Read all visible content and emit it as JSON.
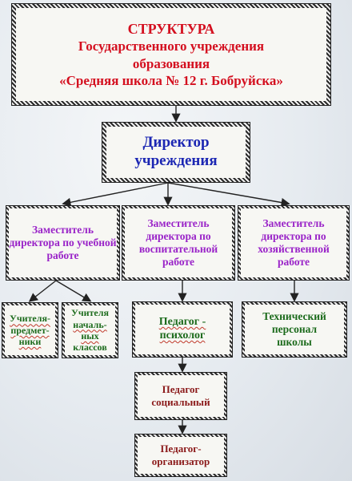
{
  "title": {
    "line1": "СТРУКТУРА",
    "line2": "Государственного учреждения",
    "line3": "образования",
    "line4": "«Средняя школа № 12 г. Бобруйска»"
  },
  "director": {
    "line1": "Директор",
    "line2": "учреждения"
  },
  "deputies": [
    {
      "text": "Заместитель директора по учебной работе"
    },
    {
      "text": "Заместитель директора по воспитательной работе"
    },
    {
      "text": "Заместитель директора по хозяйственной работе"
    }
  ],
  "subject_teachers": {
    "line1": "Учителя-",
    "line2": "предмет-",
    "line3": "ники"
  },
  "primary_teachers": {
    "line1": "Учителя",
    "line2": "началь-",
    "line3": "ных",
    "line4": "классов"
  },
  "psychologist": {
    "line1": "Педагог -",
    "line2": "психолог"
  },
  "technical_staff": {
    "line1": "Технический",
    "line2": "персонал",
    "line3": "школы"
  },
  "social_pedagogue": {
    "line1": "Педагог",
    "line2": "социальный"
  },
  "organizer": {
    "line1": "Педагог-",
    "line2": "организатор"
  }
}
